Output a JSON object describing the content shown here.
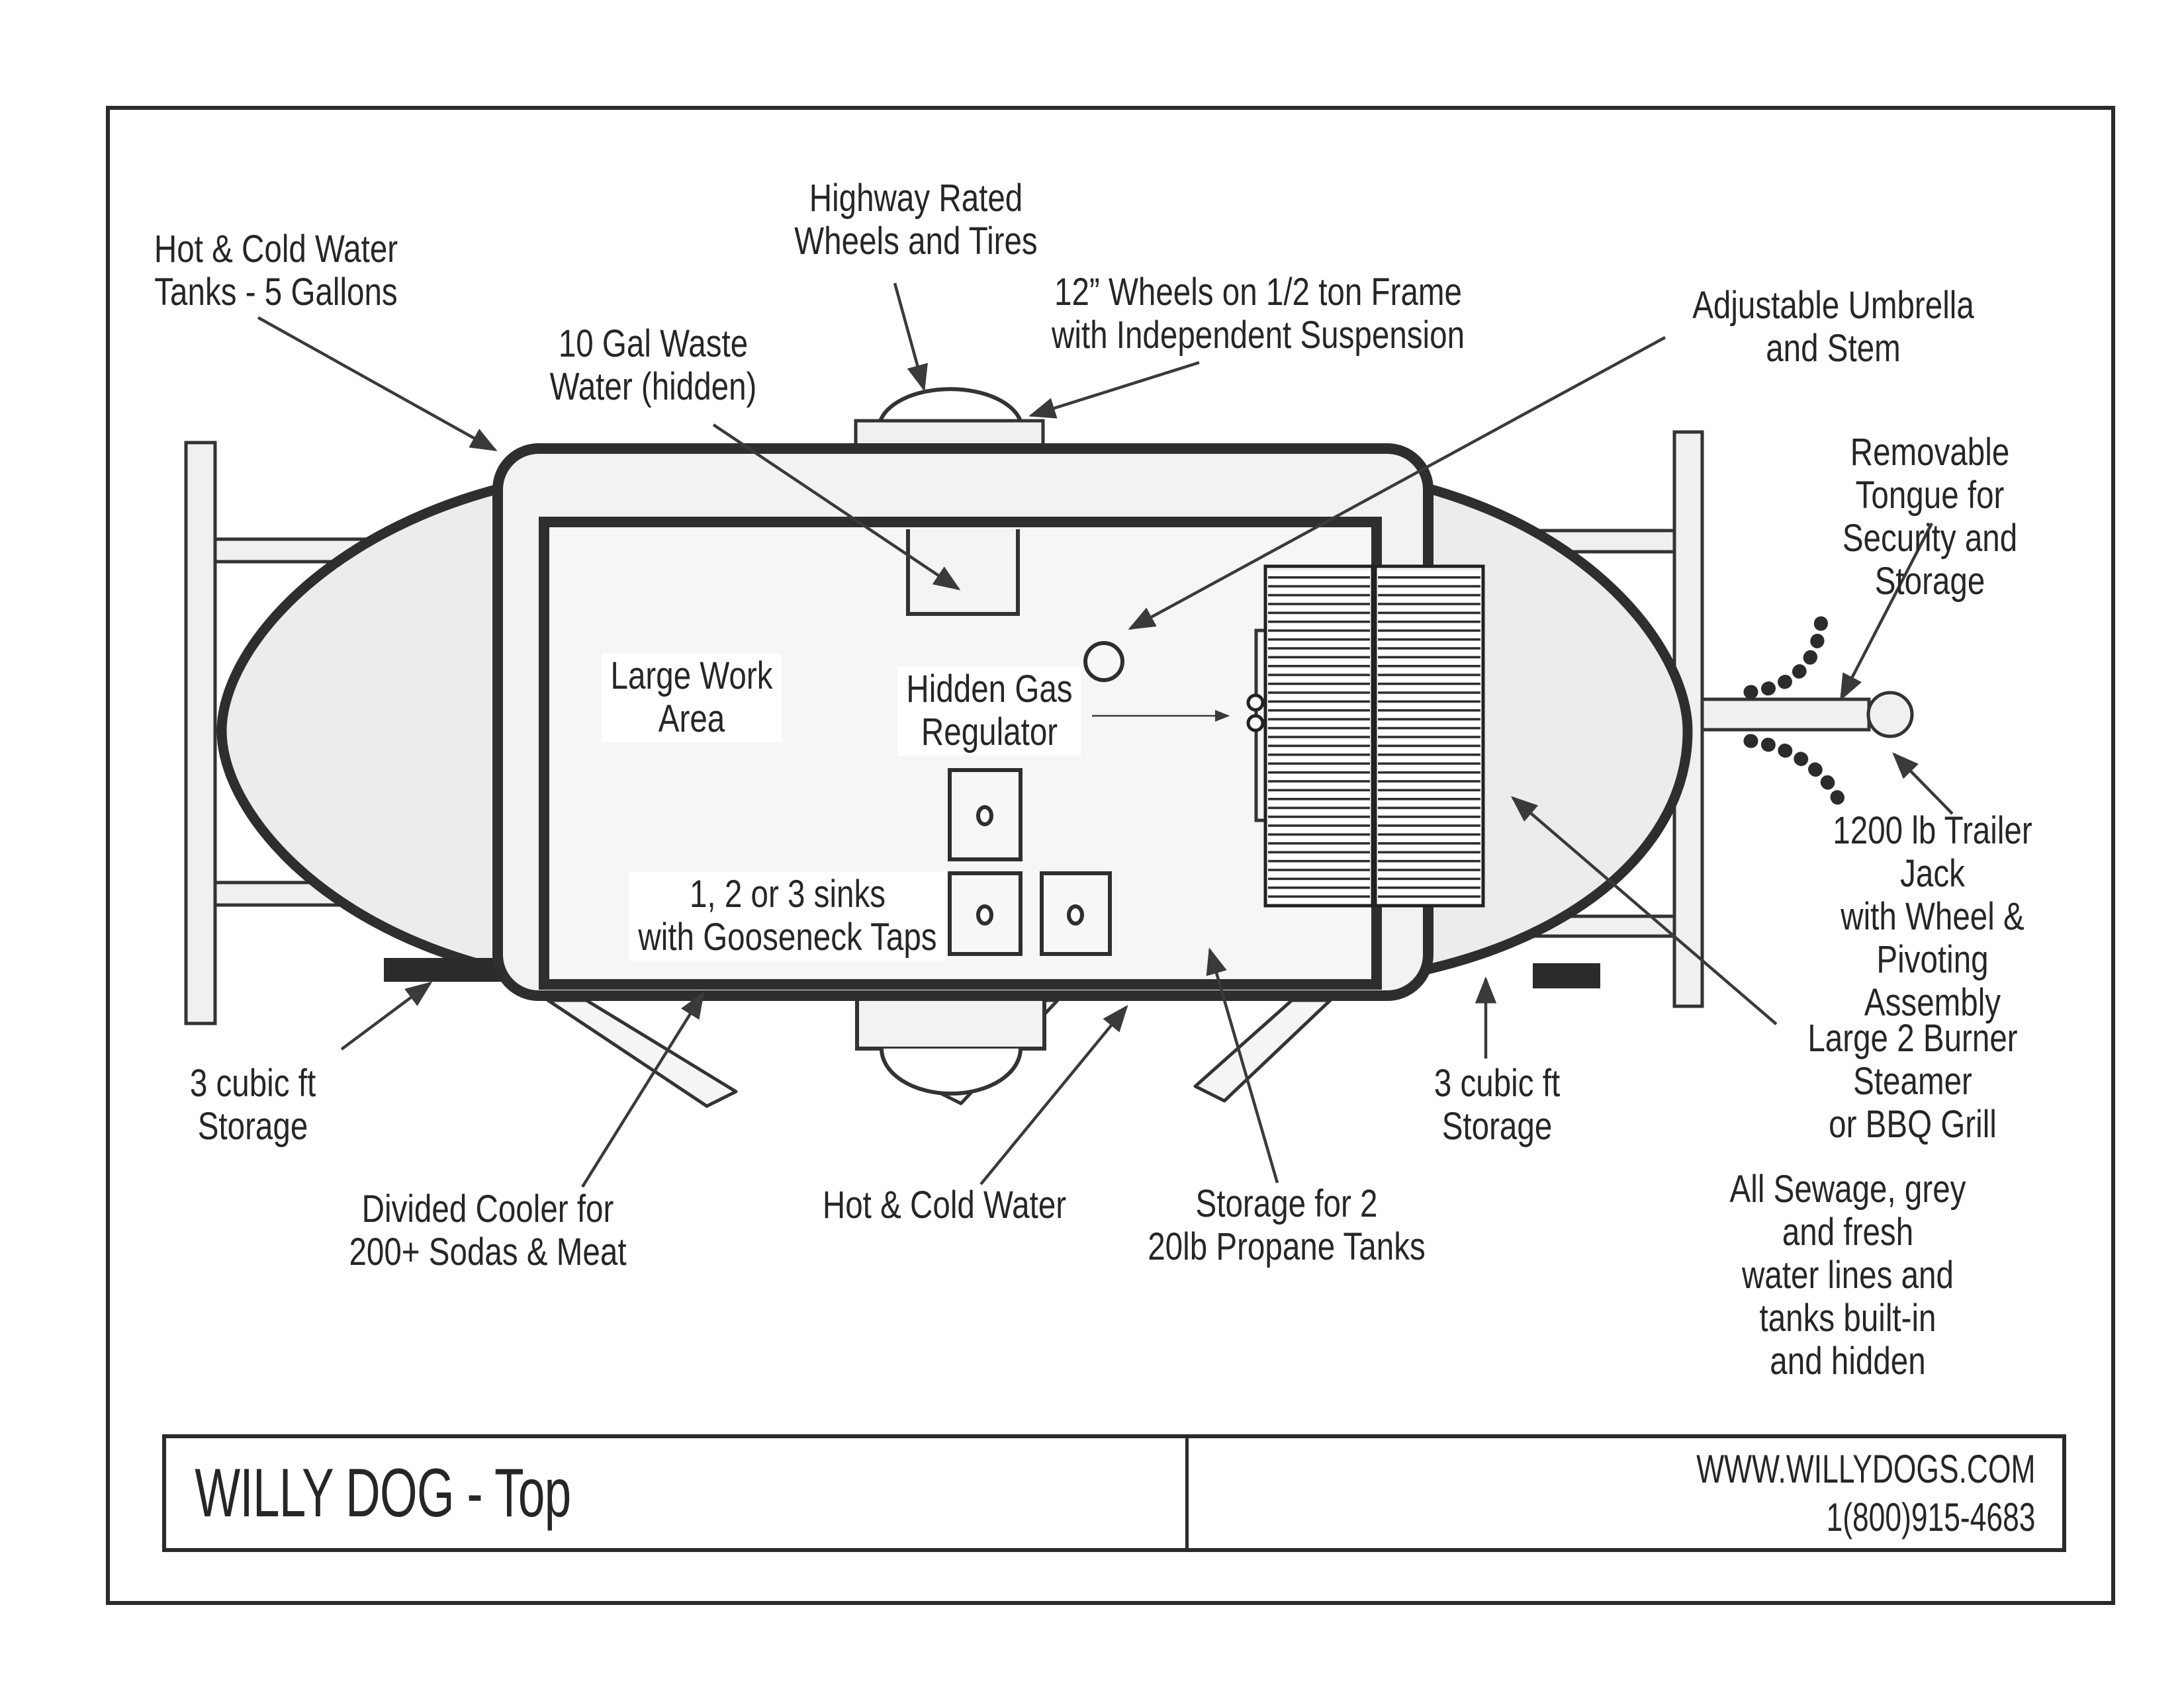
{
  "title_block": {
    "title": "WILLY DOG - Top",
    "website": "WWW.WILLYDOGS.COM",
    "phone": "1(800)915-4683"
  },
  "colors": {
    "line": "#2b2b2b",
    "body_fill": "#f2f2f2",
    "deck_fill": "#ececec",
    "pad_fill": "#2b2b2b"
  },
  "annotations": {
    "hot_cold_tanks": "Hot & Cold Water\nTanks - 5 Gallons",
    "waste_water": "10 Gal Waste\nWater (hidden)",
    "highway_wheels": "Highway Rated\nWheels and Tires",
    "wheels_frame": "12” Wheels on 1/2 ton Frame\nwith Independent Suspension",
    "umbrella": "Adjustable Umbrella\nand Stem",
    "removable_tongue": "Removable Tongue for\nSecurity and Storage",
    "trailer_jack": "1200 lb Trailer Jack\nwith Wheel &\nPivoting Assembly",
    "work_area": "Large Work\nArea",
    "gas_regulator": "Hidden Gas\nRegulator",
    "sinks": "1, 2 or 3 sinks\nwith Gooseneck Taps",
    "storage_left": "3 cubic ft\nStorage",
    "divided_cooler": "Divided Cooler for\n200+ Sodas & Meat",
    "hot_cold_water": "Hot & Cold Water",
    "propane_storage": "Storage for 2\n20lb Propane Tanks",
    "storage_right": "3 cubic ft\nStorage",
    "burner_grill": "Large 2 Burner  Steamer\nor BBQ Grill",
    "sewage": "All Sewage, grey and fresh\nwater lines and tanks built-in\nand hidden"
  }
}
